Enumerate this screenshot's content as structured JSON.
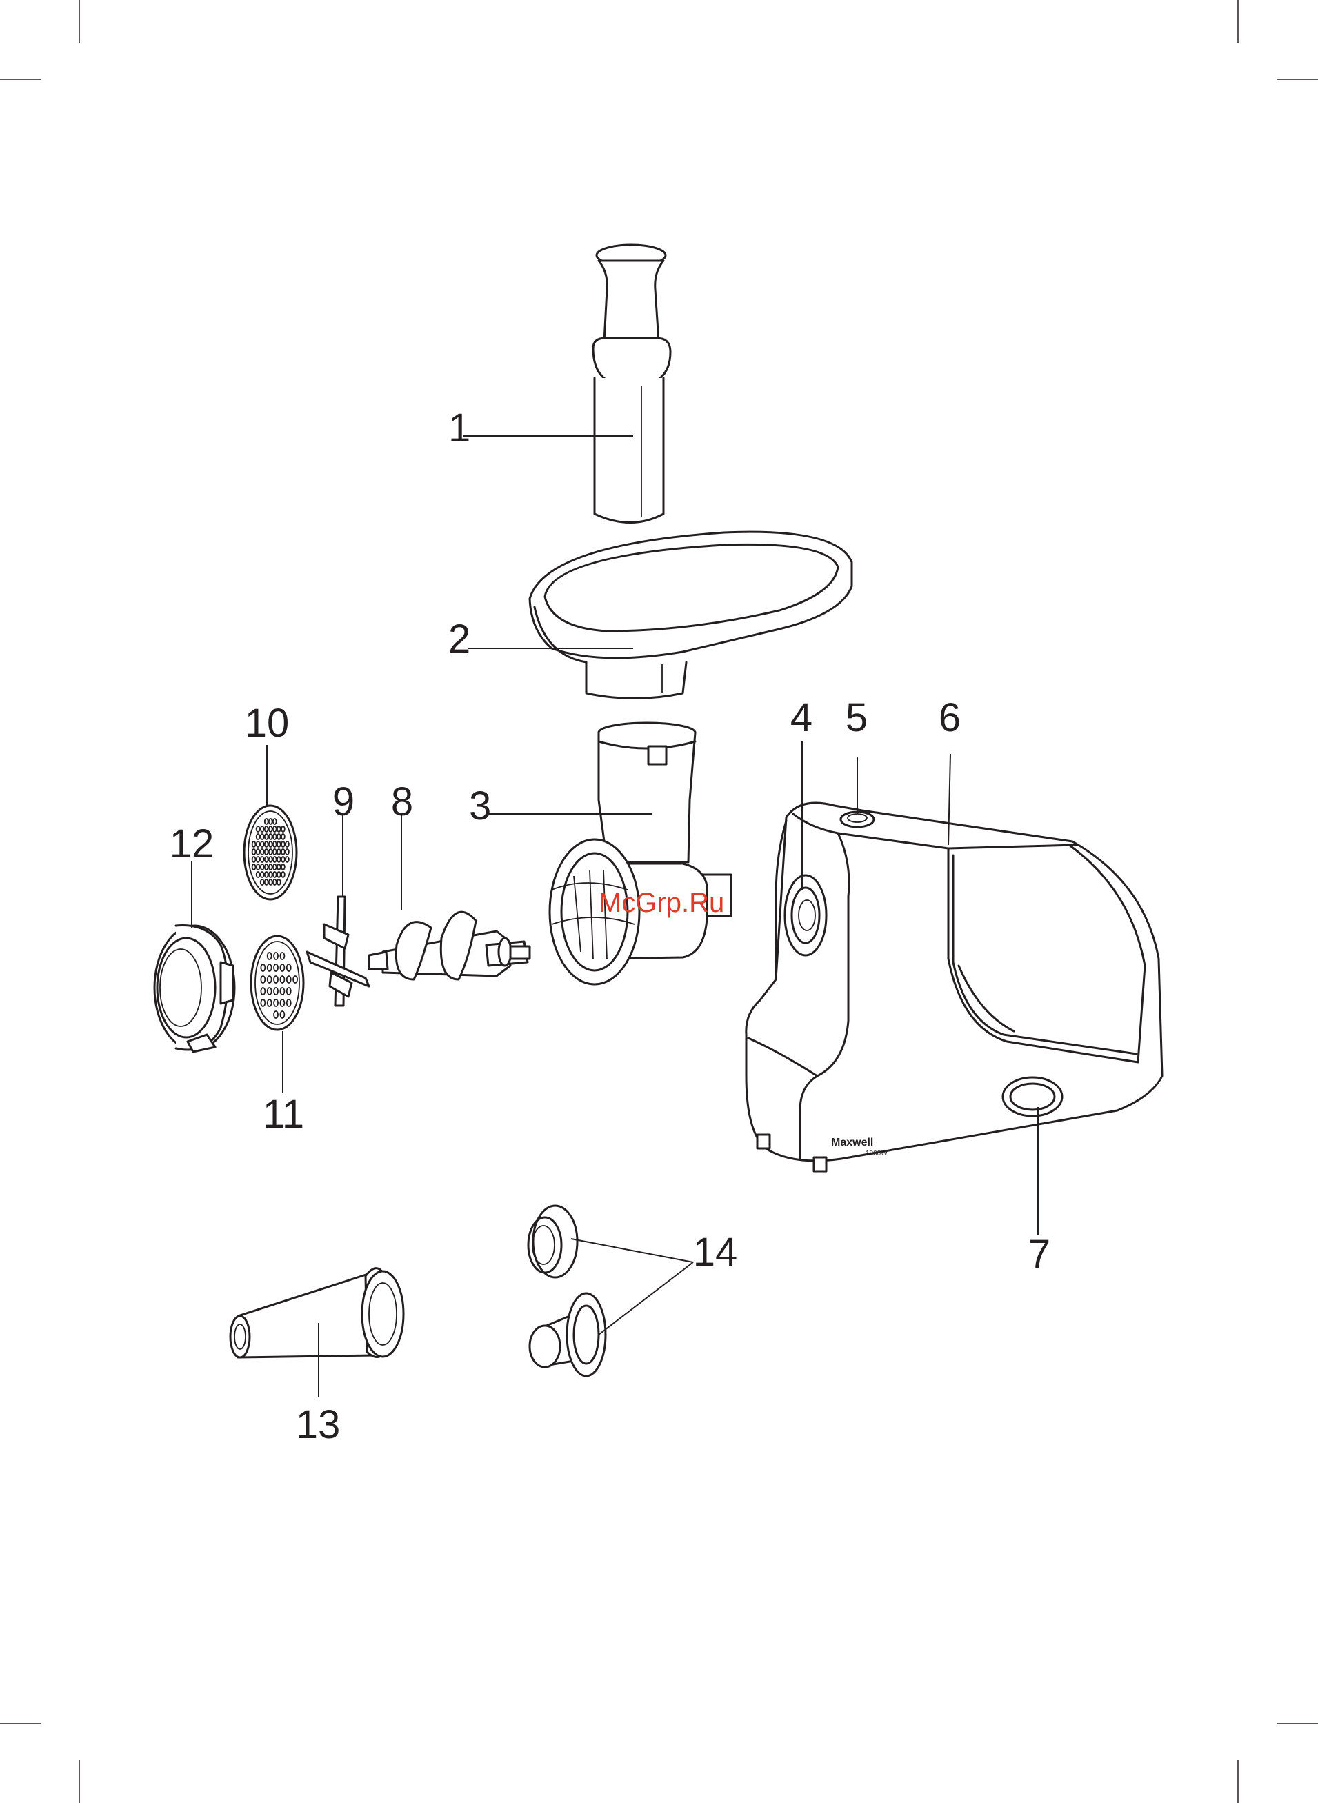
{
  "brand": {
    "name": "Maxwell",
    "power": "1800W"
  },
  "watermark": "McGrp.Ru",
  "callouts": [
    "1",
    "2",
    "3",
    "4",
    "5",
    "6",
    "7",
    "8",
    "9",
    "10",
    "11",
    "12",
    "13",
    "14"
  ]
}
